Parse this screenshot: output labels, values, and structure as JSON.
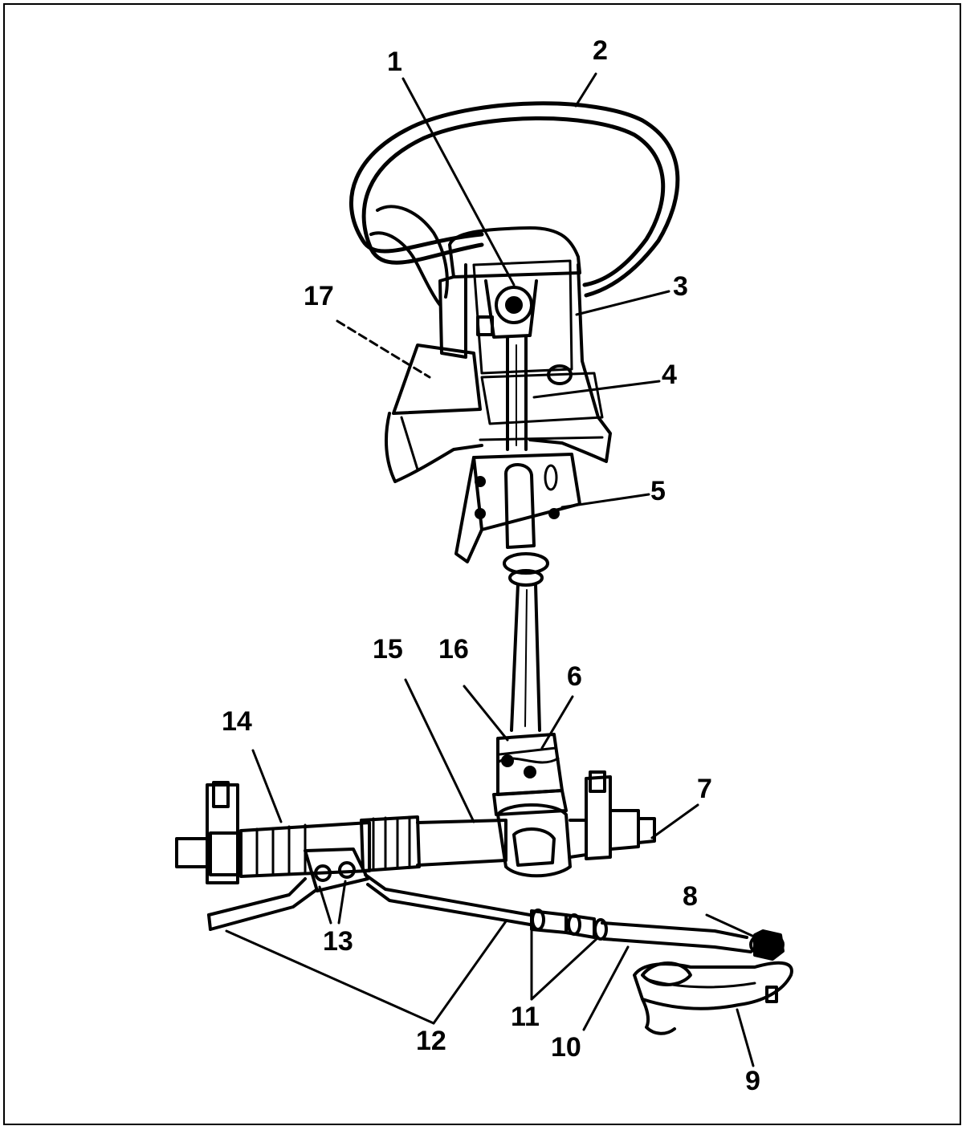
{
  "diagram": {
    "labels": {
      "l1": "1",
      "l2": "2",
      "l3": "3",
      "l4": "4",
      "l5": "5",
      "l6": "6",
      "l7": "7",
      "l8": "8",
      "l9": "9",
      "l10": "10",
      "l11": "11",
      "l12": "12",
      "l13": "13",
      "l14": "14",
      "l15": "15",
      "l16": "16",
      "l17": "17"
    }
  }
}
